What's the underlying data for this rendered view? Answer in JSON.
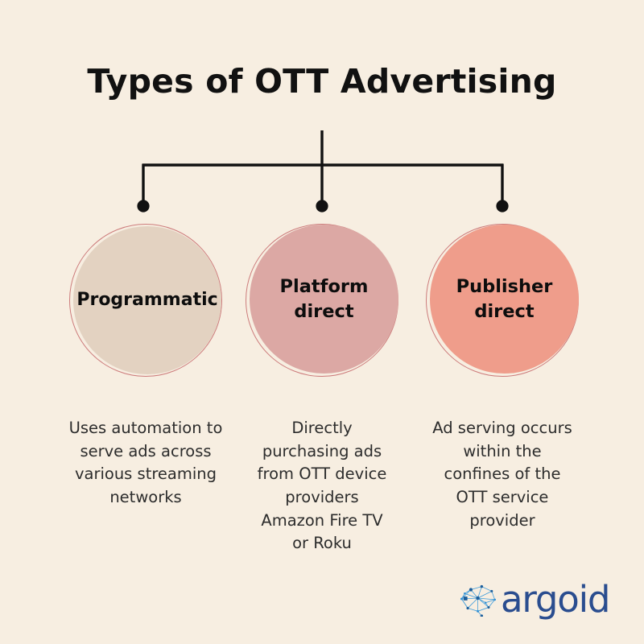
{
  "page": {
    "title": "Types of OTT Advertising",
    "background_color": "#F7EEE1",
    "connector_color": "#111111"
  },
  "branches": [
    {
      "label": "Programmatic",
      "caption": "Uses automation to\nserve ads across\nvarious streaming\nnetworks",
      "fill_color": "#E3D2C1",
      "ring_color": "#CC7B7B"
    },
    {
      "label": "Platform\ndirect",
      "caption": "Directly\npurchasing ads\nfrom OTT device\nproviders\nAmazon Fire TV\nor Roku",
      "fill_color": "#DCA8A4",
      "ring_color": "#CC7B7B"
    },
    {
      "label": "Publisher\ndirect",
      "caption": "Ad serving occurs\nwithin the\nconfines of the\nOTT service\nprovider",
      "fill_color": "#EF9D8B",
      "ring_color": "#CC7B7B"
    }
  ],
  "logo": {
    "wordmark": "argoid",
    "mark_name": "brain-network-icon",
    "color": "#2A4D8F",
    "mark_color": "#2F8FD4"
  }
}
